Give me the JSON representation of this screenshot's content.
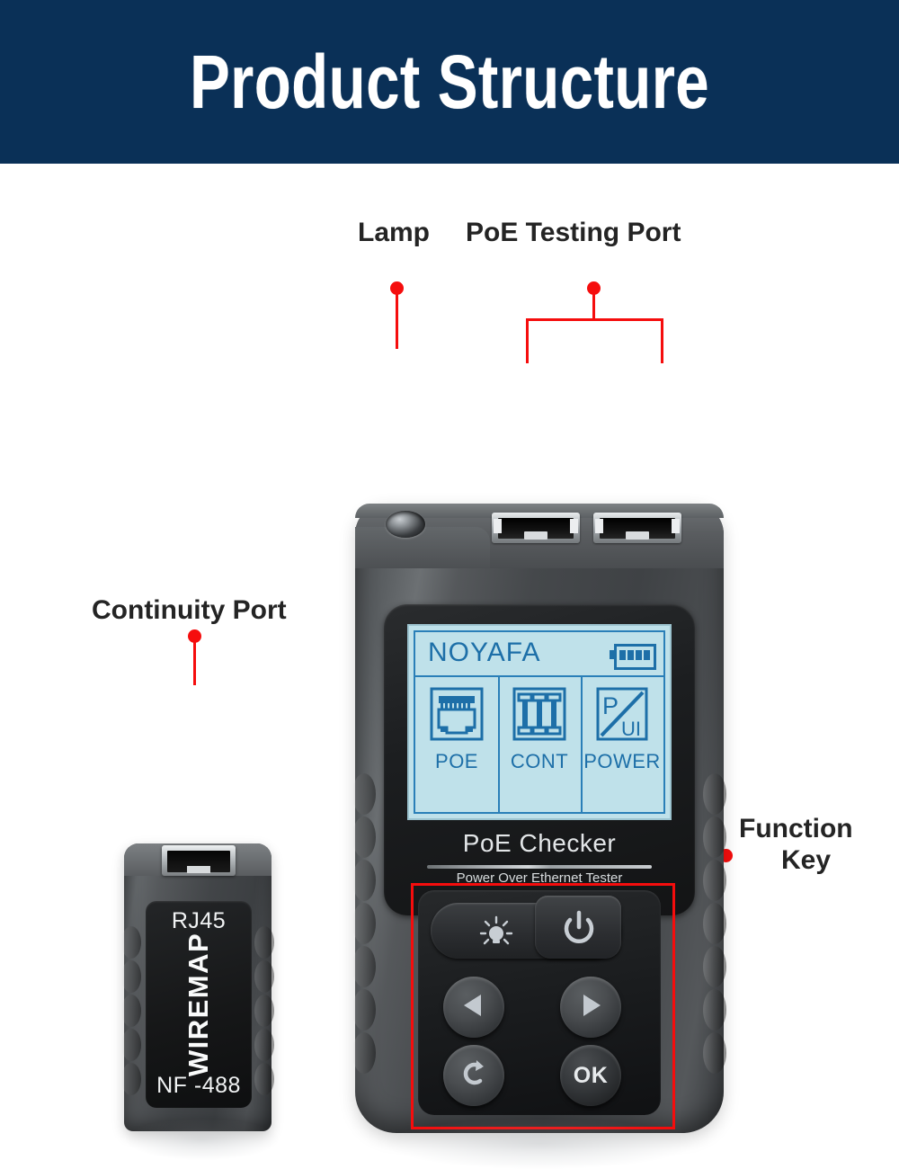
{
  "header": {
    "title": "Product Structure",
    "bg_color": "#0a3057",
    "text_color": "#ffffff"
  },
  "callouts": [
    {
      "id": "lamp",
      "label": "Lamp",
      "marker_color": "#f50d0d"
    },
    {
      "id": "poe-testing",
      "label": "PoE Testing Port",
      "marker_color": "#f50d0d"
    },
    {
      "id": "continuity",
      "label": "Continuity Port",
      "marker_color": "#f50d0d"
    },
    {
      "id": "function-key",
      "label_line1": "Function",
      "label_line2": "Key",
      "marker_color": "#f50d0d"
    }
  ],
  "main_device": {
    "lcd": {
      "brand": "NOYAFA",
      "bg_color": "#bfe1ea",
      "ink_color": "#1d6fa8",
      "battery_bars": 4,
      "menu": [
        {
          "icon": "rj45-jack-icon",
          "label": "POE"
        },
        {
          "icon": "continuity-bars-icon",
          "label": "CONT"
        },
        {
          "icon": "power-pui-icon",
          "label": "POWER",
          "glyph_top": "P",
          "glyph_bottom": "UI"
        }
      ]
    },
    "model_name": "PoE Checker",
    "model_subtitle": "Power Over Ethernet Tester",
    "keys": [
      {
        "id": "lamp-key",
        "icon": "lightbulb-icon"
      },
      {
        "id": "power-key",
        "icon": "power-icon"
      },
      {
        "id": "left-key",
        "icon": "triangle-left-icon"
      },
      {
        "id": "right-key",
        "icon": "triangle-right-icon"
      },
      {
        "id": "cycle-key",
        "icon": "refresh-arrow-icon"
      },
      {
        "id": "ok-key",
        "icon": "ok-text",
        "label": "OK"
      }
    ]
  },
  "remote_device": {
    "top_label": "RJ45",
    "center_label": "WIREMAP",
    "bottom_label": "NF -488"
  }
}
